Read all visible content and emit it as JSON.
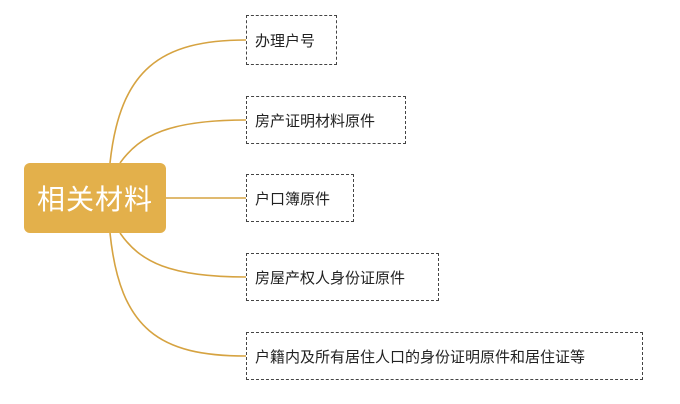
{
  "root": {
    "label": "相关材料"
  },
  "leaves": [
    {
      "label": "办理户号"
    },
    {
      "label": "房产证明材料原件"
    },
    {
      "label": "户口簿原件"
    },
    {
      "label": "房屋产权人身份证原件"
    },
    {
      "label": "户籍内及所有居住人口的身份证明原件和居住证等"
    }
  ],
  "colors": {
    "root_fill": "#e3b04b",
    "connector": "#d6a341",
    "root_text": "#ffffff",
    "leaf_border": "#444444"
  }
}
